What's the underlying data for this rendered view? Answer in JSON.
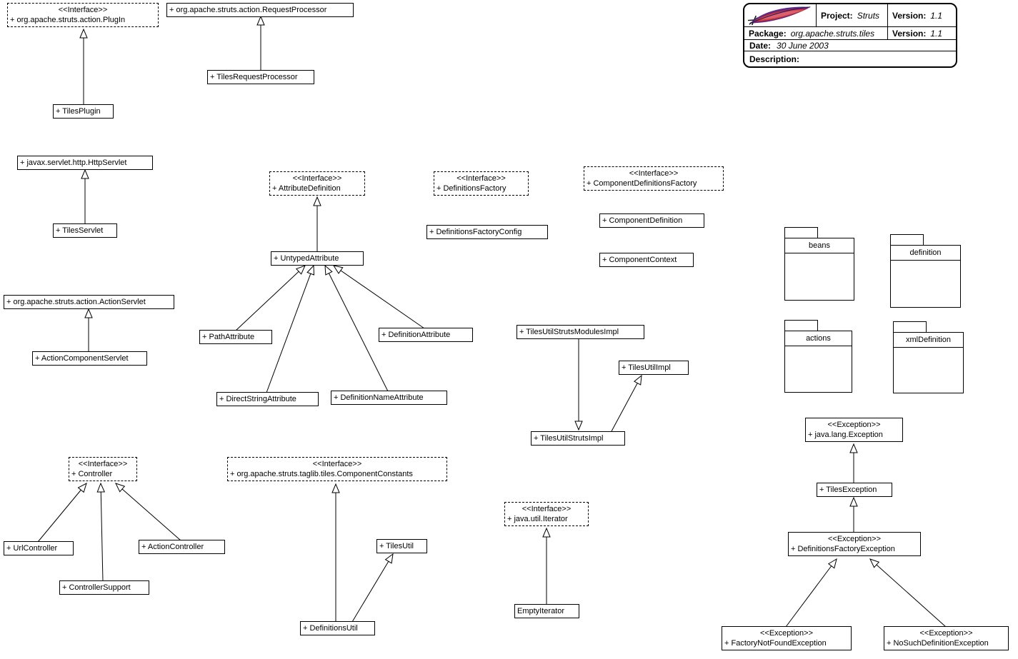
{
  "legend": {
    "project_label": "Project:",
    "project_value": "Struts",
    "version_label": "Version:",
    "version_value": "1.1",
    "package_label": "Package:",
    "package_value": "org.apache.struts.tiles",
    "version2_label": "Version:",
    "version2_value": "1.1",
    "date_label": "Date:",
    "date_value": "30 June 2003",
    "description_label": "Description:"
  },
  "classes": {
    "plugin": {
      "stereotype": "<<Interface>>",
      "name": "+ org.apache.struts.action.PlugIn"
    },
    "tilesPlugin": {
      "name": "+ TilesPlugin"
    },
    "requestProcessor": {
      "name": "+ org.apache.struts.action.RequestProcessor"
    },
    "tilesRequestProcessor": {
      "name": "+ TilesRequestProcessor"
    },
    "httpServlet": {
      "name": "+ javax.servlet.http.HttpServlet"
    },
    "tilesServlet": {
      "name": "+ TilesServlet"
    },
    "actionServlet": {
      "name": "+ org.apache.struts.action.ActionServlet"
    },
    "actionComponentServlet": {
      "name": "+ ActionComponentServlet"
    },
    "attributeDefinition": {
      "stereotype": "<<Interface>>",
      "name": "+ AttributeDefinition"
    },
    "untypedAttribute": {
      "name": "+ UntypedAttribute"
    },
    "pathAttribute": {
      "name": "+ PathAttribute"
    },
    "definitionAttribute": {
      "name": "+ DefinitionAttribute"
    },
    "directStringAttribute": {
      "name": "+ DirectStringAttribute"
    },
    "definitionNameAttribute": {
      "name": "+ DefinitionNameAttribute"
    },
    "definitionsFactory": {
      "stereotype": "<<Interface>>",
      "name": "+ DefinitionsFactory"
    },
    "definitionsFactoryConfig": {
      "name": "+ DefinitionsFactoryConfig"
    },
    "componentDefinitionsFactory": {
      "stereotype": "<<Interface>>",
      "name": "+ ComponentDefinitionsFactory"
    },
    "componentDefinition": {
      "name": "+ ComponentDefinition"
    },
    "componentContext": {
      "name": "+ ComponentContext"
    },
    "tilesUtilStrutsModulesImpl": {
      "name": "+ TilesUtilStrutsModulesImpl"
    },
    "tilesUtilImpl": {
      "name": "+ TilesUtilImpl"
    },
    "tilesUtilStrutsImpl": {
      "name": "+ TilesUtilStrutsImpl"
    },
    "controller": {
      "stereotype": "<<Interface>>",
      "name": "+ Controller"
    },
    "urlController": {
      "name": "+ UrlController"
    },
    "actionController": {
      "name": "+ ActionController"
    },
    "controllerSupport": {
      "name": "+ ControllerSupport"
    },
    "componentConstants": {
      "stereotype": "<<Interface>>",
      "name": "+ org.apache.struts.taglib.tiles.ComponentConstants"
    },
    "tilesUtil": {
      "name": "+ TilesUtil"
    },
    "definitionsUtil": {
      "name": "+ DefinitionsUtil"
    },
    "iterator": {
      "stereotype": "<<Interface>>",
      "name": "+ java.util.Iterator"
    },
    "emptyIterator": {
      "name": "EmptyIterator"
    },
    "javaLangException": {
      "stereotype": "<<Exception>>",
      "name": "+ java.lang.Exception"
    },
    "tilesException": {
      "name": "+ TilesException"
    },
    "definitionsFactoryException": {
      "stereotype": "<<Exception>>",
      "name": "+ DefinitionsFactoryException"
    },
    "factoryNotFoundException": {
      "stereotype": "<<Exception>>",
      "name": "+ FactoryNotFoundException"
    },
    "noSuchDefinitionException": {
      "stereotype": "<<Exception>>",
      "name": "+ NoSuchDefinitionException"
    }
  },
  "packages": {
    "beans": {
      "name": "beans"
    },
    "definition": {
      "name": "definition"
    },
    "actions": {
      "name": "actions"
    },
    "xmlDefinition": {
      "name": "xmlDefinition"
    }
  }
}
